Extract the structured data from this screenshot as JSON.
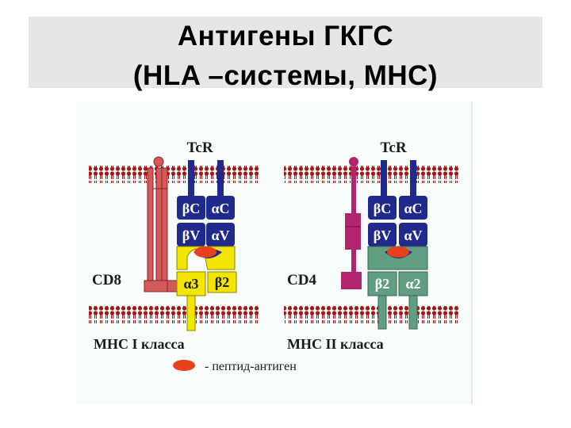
{
  "slide": {
    "title_line1": "Антигены ГКГС",
    "title_line2": "(HLA –системы, МНС)"
  },
  "left_diagram": {
    "tcr_label": "TcR",
    "coreceptor_label": "CD8",
    "bottom_label": "MHC I класса",
    "tcr_domains": [
      "βC",
      "αC",
      "βV",
      "αV"
    ],
    "mhc_domains": [
      "α3",
      "β2"
    ]
  },
  "right_diagram": {
    "tcr_label": "TcR",
    "coreceptor_label": "CD4",
    "bottom_label": "MHC II класса",
    "tcr_domains": [
      "βC",
      "αC",
      "βV",
      "αV"
    ],
    "mhc_domains": [
      "β2",
      "α2"
    ]
  },
  "legend": {
    "text": "- пептид-антиген"
  },
  "colors": {
    "tcr": "#1f2a8c",
    "cd8": "#d25a5a",
    "mhc_i": "#f2e600",
    "cd4": "#b3246e",
    "mhc_ii": "#5f9e80",
    "peptide": "#e8401c",
    "membrane": "#a01818"
  }
}
